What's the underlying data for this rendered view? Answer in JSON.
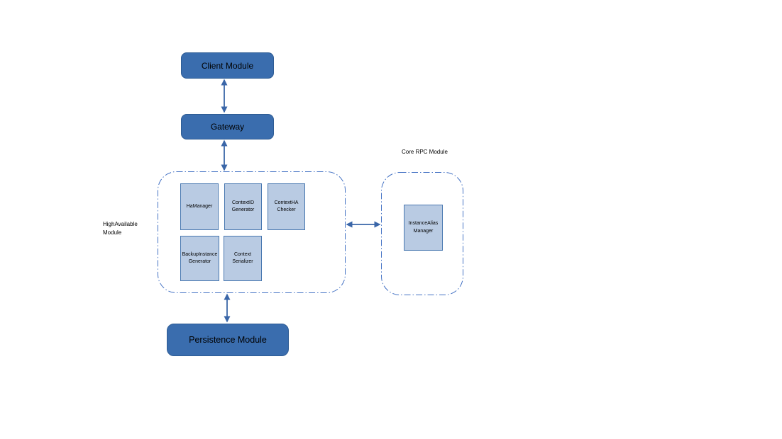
{
  "diagram": {
    "nodes": {
      "client": {
        "label": "Client Module"
      },
      "gateway": {
        "label": "Gateway"
      },
      "persistence": {
        "label": "Persistence Module"
      }
    },
    "ha_module": {
      "label": "HighAvailable Module",
      "boxes": [
        {
          "label": "HaManager"
        },
        {
          "label": "ContextID Generator"
        },
        {
          "label": "ContextHA Checker"
        },
        {
          "label": "BackupInstance Generator"
        },
        {
          "label": "Context Serializer"
        }
      ]
    },
    "core_rpc_module": {
      "label": "Core RPC Module",
      "boxes": [
        {
          "label": "InstanceAlias Manager"
        }
      ]
    },
    "connections": [
      {
        "from": "Client Module",
        "to": "Gateway",
        "type": "bidirectional"
      },
      {
        "from": "Gateway",
        "to": "HighAvailable Module",
        "type": "bidirectional"
      },
      {
        "from": "HighAvailable Module",
        "to": "Core RPC Module",
        "type": "bidirectional"
      },
      {
        "from": "HighAvailable Module",
        "to": "Persistence Module",
        "type": "bidirectional"
      }
    ],
    "colors": {
      "node_fill": "#3A6DAE",
      "node_border": "#2E5C94",
      "box_fill": "#B9CBE3",
      "box_border": "#4978B0",
      "container_border": "#4472C4",
      "arrow": "#3A66A8",
      "text": "#000000",
      "background": "#FFFFFF"
    }
  }
}
